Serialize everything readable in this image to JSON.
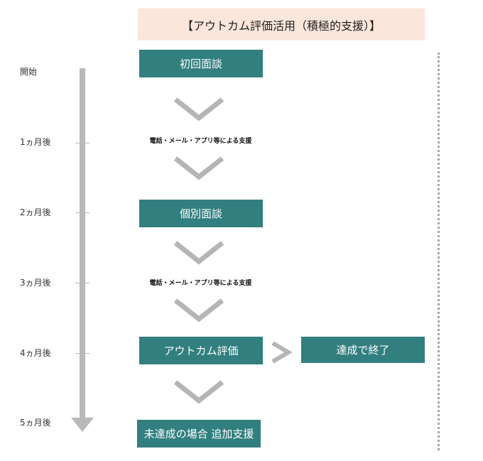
{
  "title": "【アウトカム評価活用（積極的支援）】",
  "timeline": {
    "labels": [
      "開始",
      "1ヵ月後",
      "2ヵ月後",
      "3ヵ月後",
      "4ヵ月後",
      "5ヵ月後"
    ]
  },
  "steps": {
    "initial_interview": "初回面談",
    "contact_support_1": "電話・メール・アプリ等による支援",
    "individual_interview": "個別面談",
    "contact_support_2": "電話・メール・アプリ等による支援",
    "outcome_evaluation": "アウトカム評価",
    "achieved_end": "達成で終了",
    "not_achieved_support": "未達成の場合 追加支援"
  },
  "colors": {
    "title_bg": "#fbe6dc",
    "step_bg": "#327f7f",
    "timeline": "#b9b9b9",
    "chevron": "#b5b5b5",
    "dotted": "#a6a6a6"
  }
}
